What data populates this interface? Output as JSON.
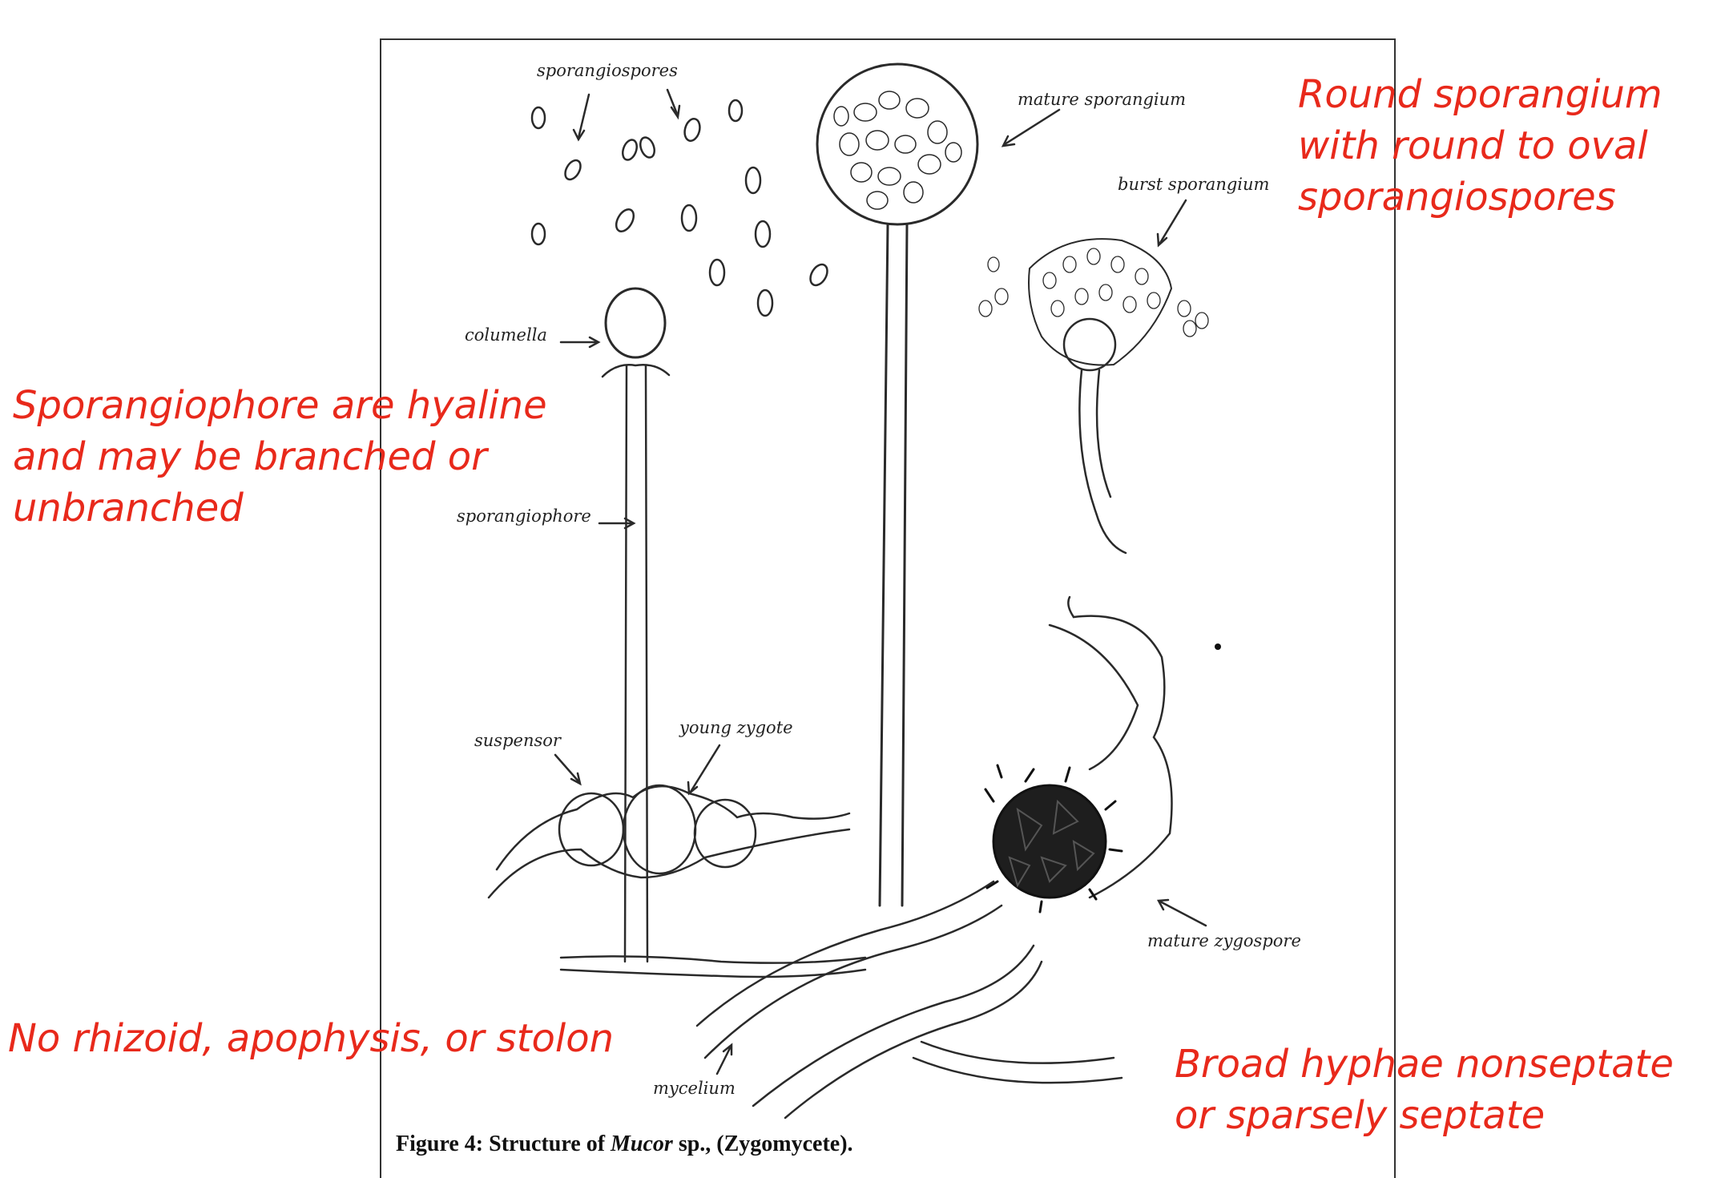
{
  "figure": {
    "caption_prefix": "Figure 4: Structure of",
    "caption_italic": "Mucor",
    "caption_suffix": "sp., (Zygomycete).",
    "labels": {
      "sporangiospores": "sporangiospores",
      "mature_sporangium": "mature  sporangium",
      "burst_sporangium": "burst sporangium",
      "columella": "columella",
      "sporangiophore": "sporangiophore",
      "suspensor": "suspensor",
      "young_zygote": "young zygote",
      "mature_zygospore": "mature zygospore",
      "mycelium": "mycelium"
    }
  },
  "annotations": {
    "top_right": [
      "Round sporangium",
      "with round to oval",
      "sporangiospores"
    ],
    "left": [
      "Sporangiophore are hyaline",
      "and may be branched or",
      "unbranched"
    ],
    "bottom_left": [
      "No rhizoid, apophysis, or stolon"
    ],
    "bottom_right": [
      "Broad hyphae nonseptate",
      "or sparsely septate"
    ]
  },
  "colors": {
    "annotation": "#e8291b",
    "ink": "#222222"
  }
}
